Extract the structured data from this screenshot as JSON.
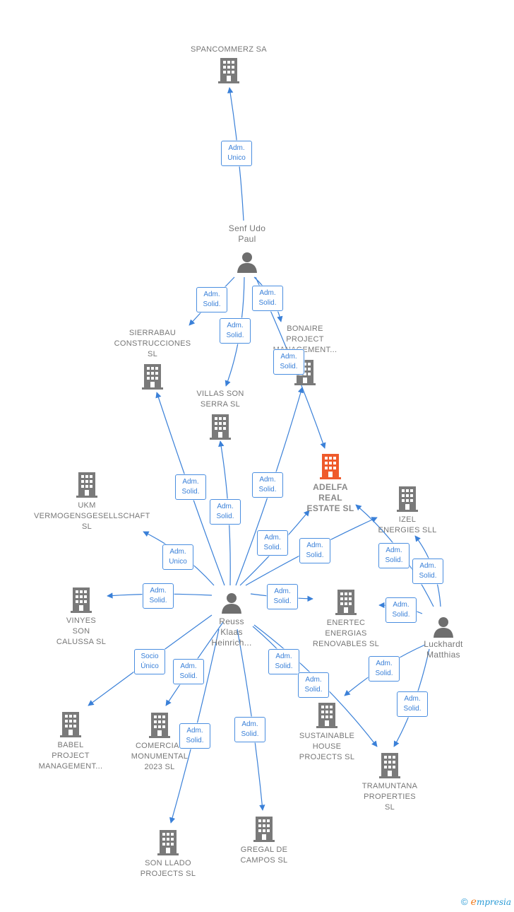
{
  "colors": {
    "edge": "#3a80d8",
    "building": "#7a7a7a",
    "highlight": "#ef5a2b",
    "person": "#6e6e6e"
  },
  "companies": {
    "spancommerz": {
      "lines": [
        "SPANCOMMERZ SA"
      ]
    },
    "sierrabau": {
      "lines": [
        "SIERRABAU",
        "CONSTRUCCIONES",
        "SL"
      ]
    },
    "bonaire": {
      "lines": [
        "BONAIRE",
        "PROJECT",
        "MANAGEMENT..."
      ]
    },
    "villas": {
      "lines": [
        "VILLAS SON",
        "SERRA  SL"
      ]
    },
    "adelfa": {
      "lines": [
        "ADELFA",
        "REAL",
        "ESTATE  SL"
      ]
    },
    "ukm": {
      "lines": [
        "UKM",
        "VERMOGENSGESELLSCHAFT",
        "SL"
      ]
    },
    "izel": {
      "lines": [
        "IZEL",
        "ENERGIES SLL"
      ]
    },
    "vinyes": {
      "lines": [
        "VINYES",
        "SON",
        "CALUSSA  SL"
      ]
    },
    "enertec": {
      "lines": [
        "ENERTEC",
        "ENERGIAS",
        "RENOVABLES SL"
      ]
    },
    "babel": {
      "lines": [
        "BABEL",
        "PROJECT",
        "MANAGEMENT..."
      ]
    },
    "comercial": {
      "lines": [
        "COMERCIAL",
        "MONUMENTAL",
        "2023  SL"
      ]
    },
    "sustainable": {
      "lines": [
        "SUSTAINABLE",
        "HOUSE",
        "PROJECTS  SL"
      ]
    },
    "tramuntana": {
      "lines": [
        "TRAMUNTANA",
        "PROPERTIES",
        "SL"
      ]
    },
    "sonllado": {
      "lines": [
        "SON LLADO",
        "PROJECTS  SL"
      ]
    },
    "gregal": {
      "lines": [
        "GREGAL DE",
        "CAMPOS  SL"
      ]
    }
  },
  "persons": {
    "senf": {
      "lines": [
        "Senf Udo",
        "Paul"
      ]
    },
    "reuss": {
      "lines": [
        "Reuss",
        "Klaas",
        "Heinrich..."
      ]
    },
    "luckhardt": {
      "lines": [
        "Luckhardt",
        "Matthias"
      ]
    }
  },
  "relations": [
    {
      "id": "r1",
      "line1": "Adm.",
      "line2": "Unico"
    },
    {
      "id": "r2",
      "line1": "Adm.",
      "line2": "Solid."
    },
    {
      "id": "r3",
      "line1": "Adm.",
      "line2": "Solid."
    },
    {
      "id": "r4",
      "line1": "Adm.",
      "line2": "Solid."
    },
    {
      "id": "r5",
      "line1": "Adm.",
      "line2": "Solid."
    },
    {
      "id": "r6",
      "line1": "Adm.",
      "line2": "Solid."
    },
    {
      "id": "r7",
      "line1": "Adm.",
      "line2": "Solid."
    },
    {
      "id": "r8",
      "line1": "Adm.",
      "line2": "Solid."
    },
    {
      "id": "r9",
      "line1": "Adm.",
      "line2": "Solid."
    },
    {
      "id": "r10",
      "line1": "Adm.",
      "line2": "Unico"
    },
    {
      "id": "r11",
      "line1": "Adm.",
      "line2": "Solid."
    },
    {
      "id": "r12",
      "line1": "Adm.",
      "line2": "Solid."
    },
    {
      "id": "r13",
      "line1": "Adm.",
      "line2": "Solid."
    },
    {
      "id": "r14",
      "line1": "Adm.",
      "line2": "Solid."
    },
    {
      "id": "r15",
      "line1": "Adm.",
      "line2": "Solid."
    },
    {
      "id": "r16",
      "line1": "Adm.",
      "line2": "Solid."
    },
    {
      "id": "r17",
      "line1": "Socio",
      "line2": "Único"
    },
    {
      "id": "r18",
      "line1": "Adm.",
      "line2": "Solid."
    },
    {
      "id": "r19",
      "line1": "Adm.",
      "line2": "Solid."
    },
    {
      "id": "r20",
      "line1": "Adm.",
      "line2": "Solid."
    },
    {
      "id": "r21",
      "line1": "Adm.",
      "line2": "Solid."
    },
    {
      "id": "r22",
      "line1": "Adm.",
      "line2": "Solid."
    },
    {
      "id": "r23",
      "line1": "Adm.",
      "line2": "Solid."
    },
    {
      "id": "r24",
      "line1": "Adm.",
      "line2": "Solid."
    }
  ],
  "footer": {
    "copyright": "©",
    "brand_e": "e",
    "brand_rest": "mpresia"
  }
}
